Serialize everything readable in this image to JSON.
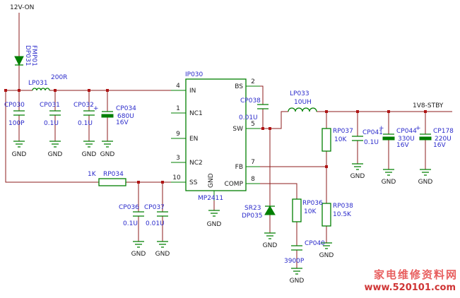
{
  "colors": {
    "wire": "#8d1c1c",
    "component": "#007f00",
    "label": "#2b2bcb",
    "text": "#1a1a1a",
    "junction": "#b01414",
    "watermark": "#e85f5f"
  },
  "nets": {
    "input": "12V-ON",
    "output": "1V8-STBY",
    "ground": "GND"
  },
  "symbols": {
    "plus": "+"
  },
  "ic": {
    "ref": "IP030",
    "part": "MP2411",
    "pin_numbers": {
      "p1": "1",
      "p2": "2",
      "p3": "3",
      "p4": "4",
      "p5": "5",
      "p7": "7",
      "p8": "8",
      "p9": "9",
      "p10": "10"
    },
    "pin_names": {
      "in": "IN",
      "nc1": "NC1",
      "en": "EN",
      "nc2": "NC2",
      "ss": "SS",
      "bs": "BS",
      "sw": "SW",
      "fb": "FB",
      "comp": "COMP",
      "gnd": "GND"
    }
  },
  "components": {
    "dp031": {
      "ref": "DP031",
      "val": "FMP01"
    },
    "lp031": {
      "ref": "LP031",
      "val": "200R"
    },
    "cp030": {
      "ref": "CP030",
      "val": "100P"
    },
    "cp031": {
      "ref": "CP031",
      "val": "0.1U"
    },
    "cp032": {
      "ref": "CP032",
      "val": "0.1U"
    },
    "cp034": {
      "ref": "CP034",
      "val": "680U",
      "val2": "16V"
    },
    "rp034": {
      "ref": "RP034",
      "val": "1K"
    },
    "cp036": {
      "ref": "CP036",
      "val": "0.1U"
    },
    "cp037": {
      "ref": "CP037",
      "val": "0.01U"
    },
    "cp038": {
      "ref": "CP038",
      "val": "0.01U"
    },
    "lp033": {
      "ref": "LP033",
      "val": "10UH"
    },
    "dp035": {
      "ref": "SR23",
      "val": "DP035"
    },
    "rp036": {
      "ref": "RP036",
      "val": "10K"
    },
    "rp037": {
      "ref": "RP037",
      "val": "10K"
    },
    "rp038": {
      "ref": "RP038",
      "val": "10.5K"
    },
    "cp040": {
      "ref": "CP040",
      "val": "3900P"
    },
    "cp041": {
      "ref": "CP041",
      "val": "0.1U"
    },
    "cp044": {
      "ref": "CP044",
      "val": "330U",
      "val2": "16V"
    },
    "cp178": {
      "ref": "CP178",
      "val": "220U",
      "val2": "16V"
    }
  },
  "watermark": {
    "line1": "家电维修资料网",
    "line2": "www.520101.com"
  }
}
